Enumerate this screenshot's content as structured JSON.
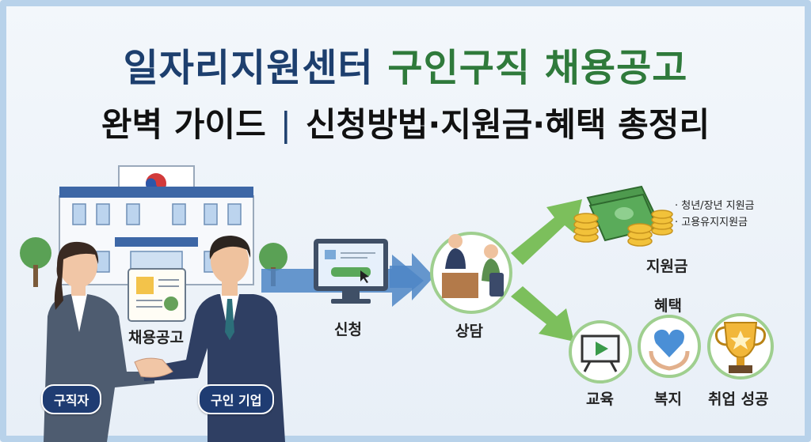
{
  "title": {
    "part1": "일자리지원센터",
    "part2": "구인구직 채용공고"
  },
  "subtitle": {
    "left": "완벽 가이드",
    "divider": "|",
    "right": "신청방법·지원금·혜택 총정리"
  },
  "labels": {
    "posting": "채용공고",
    "apply": "신청",
    "consult": "상담",
    "subsidy": "지원금",
    "benefits": "혜택",
    "education": "교육",
    "welfare": "복지",
    "employment": "취업 성공"
  },
  "badges": {
    "job_seeker": "구직자",
    "employer": "구인 기업"
  },
  "subsidy_items": [
    "· 청년/장년 지원금",
    "· 고용유지지원금"
  ],
  "colors": {
    "navy": "#1d3f6e",
    "green": "#2f7a3b",
    "badge": "#1f3c72",
    "arrow_blue": "#4d86c6",
    "arrow_green": "#7cbf5c"
  }
}
